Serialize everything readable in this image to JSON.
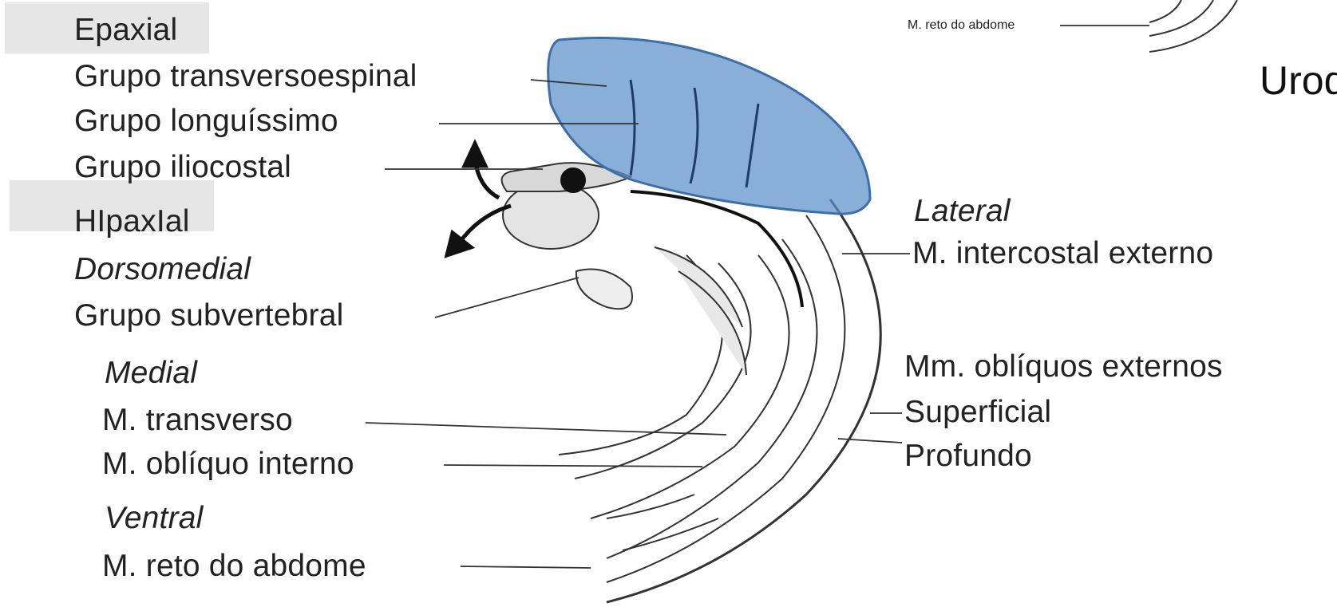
{
  "highlight_color": "#5b8fc9",
  "left_labels": {
    "epaxial": "Epaxial",
    "transversoespinal": "Grupo transversoespinal",
    "longuissimo": "Grupo longuíssimo",
    "iliocostal": "Grupo iliocostal",
    "hipaxial": "HIpaxIal",
    "dorsomedial": "Dorsomedial",
    "subvertebral": "Grupo subvertebral",
    "medial": "Medial",
    "transverso": "M. transverso",
    "obliquo_interno": "M. oblíquo interno",
    "ventral": "Ventral",
    "reto_abdome": "M. reto do abdome"
  },
  "right_labels": {
    "lateral": "Lateral",
    "intercostal_externo": "M. intercostal externo",
    "obliquos_externos": "Mm. oblíquos externos",
    "superficial": "Superficial",
    "profundo": "Profundo"
  },
  "inset": {
    "label": "M. reto do abdome",
    "title_fragment": "Urod"
  }
}
